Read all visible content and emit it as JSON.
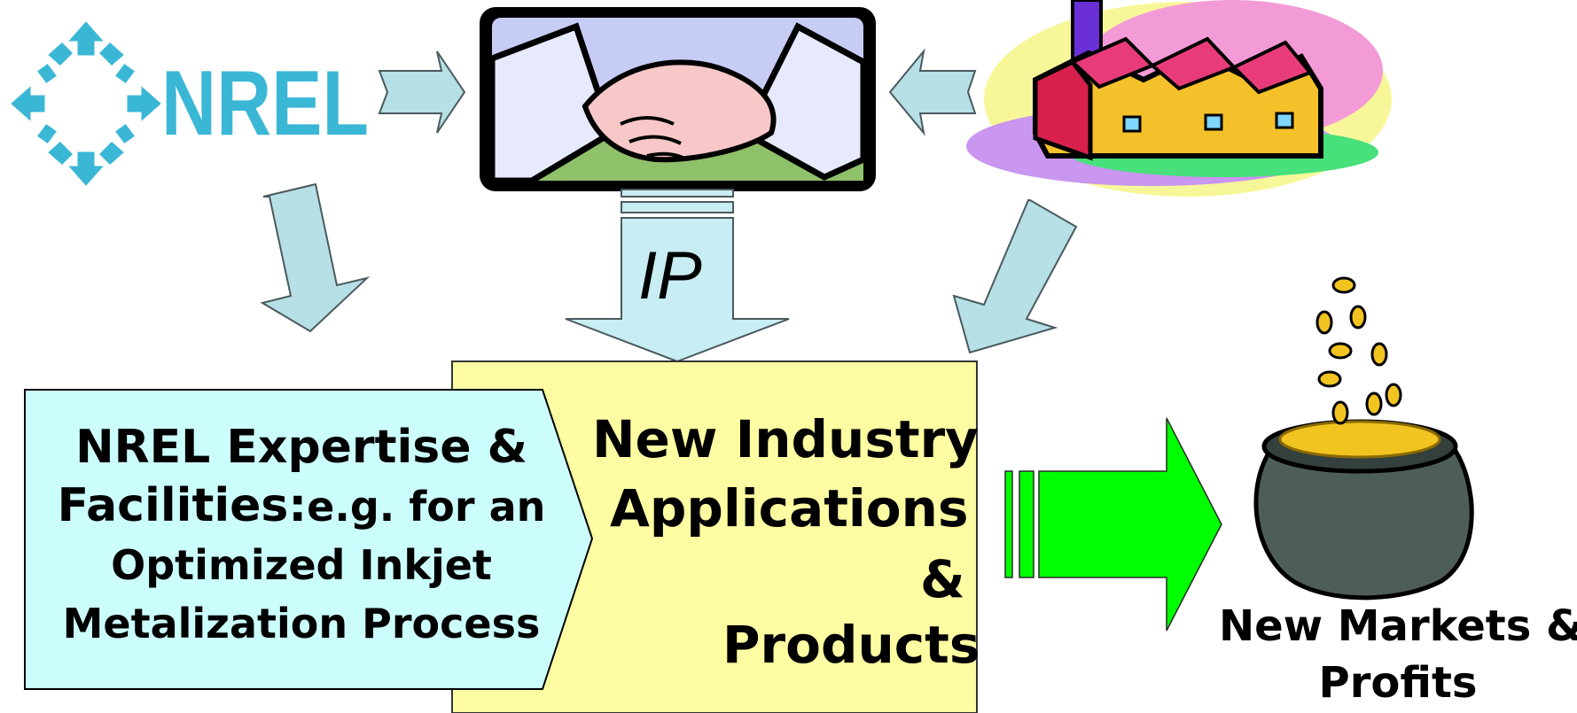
{
  "logo": {
    "text": "NREL"
  },
  "ip_label": "IP",
  "expertise_box": {
    "line1": "NREL Expertise &",
    "line2_bold": "Facilities:",
    "line2_rest": "e.g. for an",
    "line3": "Optimized Inkjet",
    "line4": "Metalization Process"
  },
  "industry_box": {
    "line1": "New Industry",
    "line2": "Applications",
    "line3": "&",
    "line4": "Products"
  },
  "outcome": {
    "line1": "New Markets &",
    "line2": "Profits"
  },
  "colors": {
    "nrel_cyan": "#3bb7d6",
    "arrow_fill": "#b6dfe6",
    "expertise_fill": "#ccfdfd",
    "industry_fill": "#fdfca2",
    "green_arrow": "#00ff00"
  }
}
